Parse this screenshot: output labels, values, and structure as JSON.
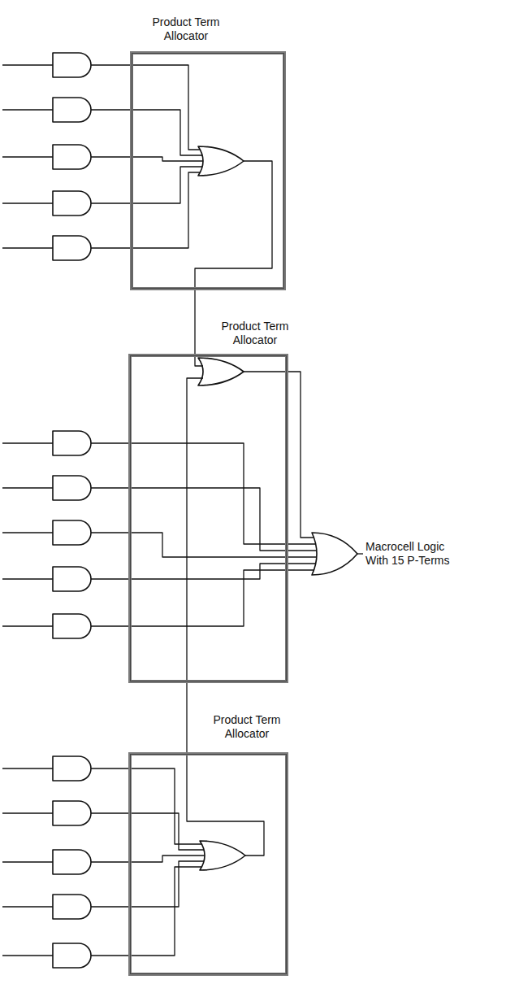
{
  "diagram": {
    "nodes": [
      {
        "text": [
          "Product Term Allocator"
        ]
      },
      {
        "text": [
          "Product Term Allocator"
        ]
      },
      {
        "text": [
          "Product Term Allocator"
        ]
      }
    ],
    "edges": [
      {
        "from": 0,
        "to": 1,
        "arrow": "none"
      },
      {
        "from": 2,
        "to": 1,
        "arrow": "none"
      }
    ],
    "labels": [
      "Macrocell Logic With 15 P-Terms"
    ]
  }
}
